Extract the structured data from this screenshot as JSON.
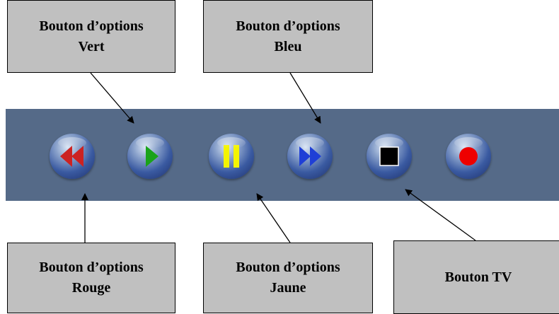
{
  "callouts": {
    "vert": {
      "line1": "Bouton d’options",
      "line2": "Vert"
    },
    "bleu": {
      "line1": "Bouton d’options",
      "line2": "Bleu"
    },
    "rouge": {
      "line1": "Bouton d’options",
      "line2": "Rouge"
    },
    "jaune": {
      "line1": "Bouton d’options",
      "line2": "Jaune"
    },
    "tv": {
      "line1": "Bouton TV"
    }
  },
  "buttons": [
    {
      "icon": "rewind-icon",
      "color": "#cc2222"
    },
    {
      "icon": "play-icon",
      "color": "#1aa31a"
    },
    {
      "icon": "pause-icon",
      "color": "#f4f400"
    },
    {
      "icon": "fast-forward-icon",
      "color": "#1f3fd6"
    },
    {
      "icon": "stop-icon",
      "color": "#000000"
    },
    {
      "icon": "record-icon",
      "color": "#ee0000"
    }
  ],
  "colors": {
    "bar": "#556a88",
    "callout_fill": "#c0c0c0"
  }
}
